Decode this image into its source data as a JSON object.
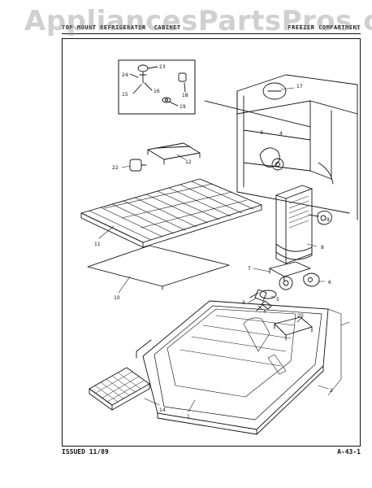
{
  "watermark": "AppliancesPartsPros.com",
  "header": {
    "left": "TOP MOUNT REFRIGERATOR",
    "mid": "CABINET",
    "right": "FREEZER COMPARTMENT"
  },
  "footer": {
    "issued": "ISSUED 11/89",
    "page": "A-43-1"
  },
  "callouts": {
    "c1": "1",
    "c2": "2",
    "c3": "3",
    "c4": "4",
    "c5": "5",
    "c6": "6",
    "c7": "7",
    "c8": "8",
    "c9": "9",
    "c10": "10",
    "c11": "11",
    "c12": "12",
    "c14": "14",
    "c15": "15",
    "c16": "16",
    "c17": "17",
    "c18": "18",
    "c19": "19",
    "c20": "20",
    "c22": "22",
    "c23": "23",
    "c24": "24",
    "c3b": "3",
    "c4b": "4"
  },
  "colors": {
    "ink": "#111111",
    "paper": "#ffffff",
    "watermark": "#969696"
  }
}
